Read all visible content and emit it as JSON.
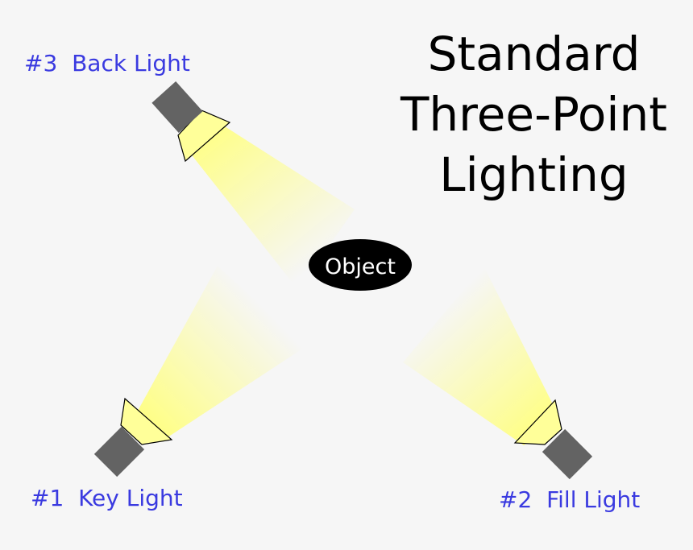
{
  "title": {
    "lines": [
      "Standard",
      "Three-Point",
      "Lighting"
    ]
  },
  "object": {
    "label": "Object"
  },
  "lights": [
    {
      "id": "key",
      "label": "#1  Key Light"
    },
    {
      "id": "fill",
      "label": "#2  Fill Light"
    },
    {
      "id": "back",
      "label": "#3  Back Light"
    }
  ],
  "colors": {
    "background": "#f6f6f6",
    "label": "#3a3ae0",
    "light_body": "#636363",
    "beam": "#ffff80",
    "object": "#000000",
    "object_text": "#ffffff"
  }
}
